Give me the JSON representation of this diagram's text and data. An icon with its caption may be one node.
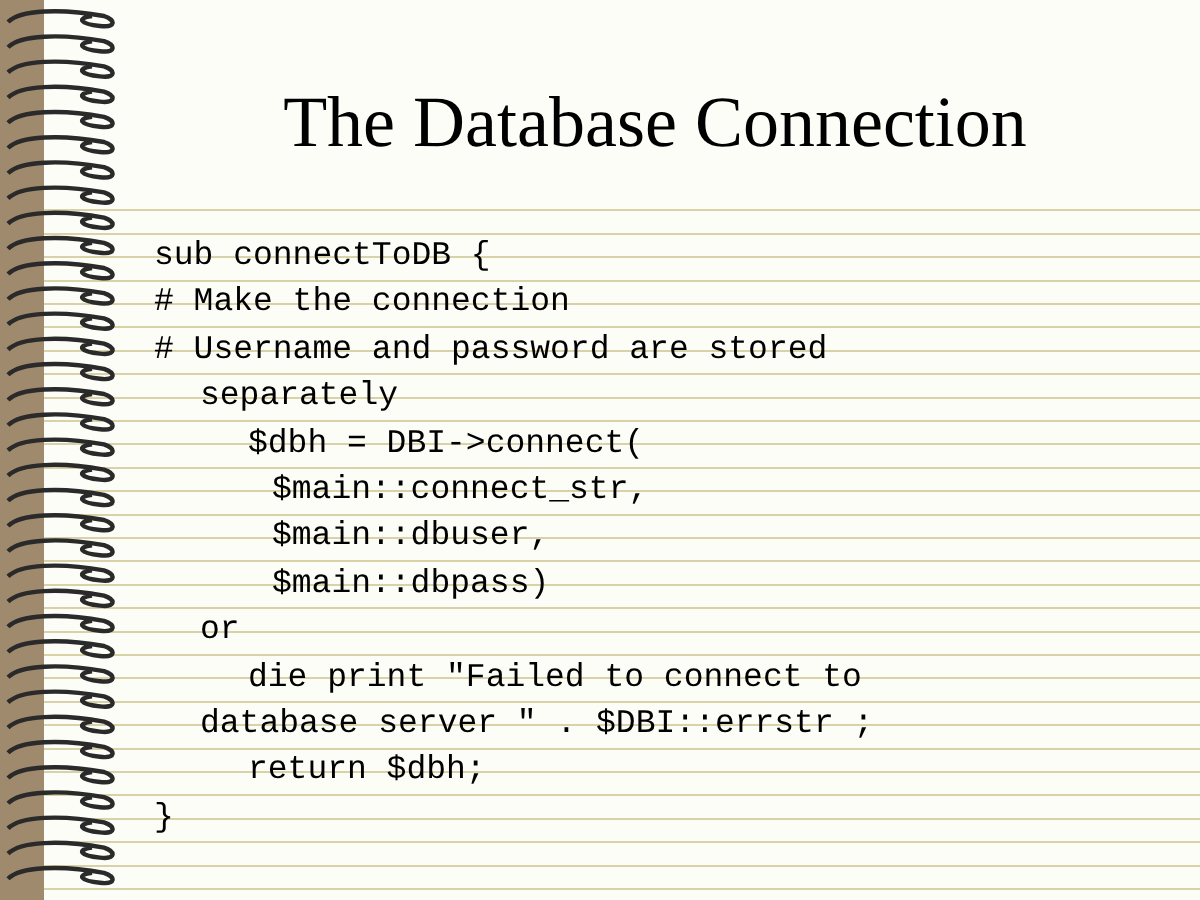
{
  "diagram": {
    "title": "The Database Connection",
    "labels": [
      "sub connectToDB {",
      "# Make the connection",
      "# Username and password are stored separately",
      "$dbh = DBI->connect(",
      "$main::connect_str,",
      "$main::dbuser,",
      "$main::dbpass)",
      "or",
      "die print \"Failed to connect to database server \" . $DBI::errstr ;",
      "return $dbh;",
      "}"
    ]
  }
}
